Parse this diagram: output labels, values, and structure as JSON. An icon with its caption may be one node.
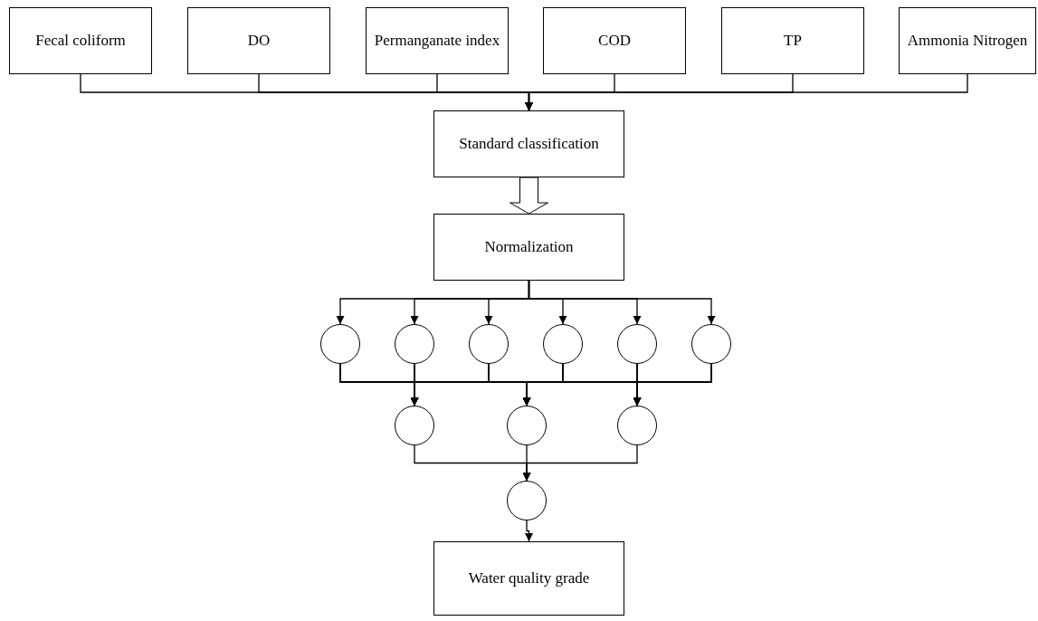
{
  "diagram": {
    "nodes": [
      {
        "text": [
          "Fecal coliform"
        ]
      },
      {
        "text": [
          "DO"
        ]
      },
      {
        "text": [
          "Permanganate index"
        ]
      },
      {
        "text": [
          "COD"
        ]
      },
      {
        "text": [
          "TP"
        ]
      },
      {
        "text": [
          "Ammonia Nitrogen"
        ]
      },
      {
        "text": [
          "Standard classification"
        ]
      },
      {
        "text": [
          "Normalization"
        ]
      },
      {
        "text": [],
        "shape": "circle"
      },
      {
        "text": [],
        "shape": "circle"
      },
      {
        "text": [],
        "shape": "circle"
      },
      {
        "text": [],
        "shape": "circle"
      },
      {
        "text": [],
        "shape": "circle"
      },
      {
        "text": [],
        "shape": "circle"
      },
      {
        "text": [],
        "shape": "circle"
      },
      {
        "text": [],
        "shape": "circle"
      },
      {
        "text": [],
        "shape": "circle"
      },
      {
        "text": [],
        "shape": "circle"
      },
      {
        "text": [
          "Water quality grade"
        ]
      }
    ],
    "edges": [
      {
        "from": 0,
        "to": 6,
        "arrow": "to"
      },
      {
        "from": 1,
        "to": 6,
        "arrow": "to"
      },
      {
        "from": 2,
        "to": 6,
        "arrow": "to"
      },
      {
        "from": 3,
        "to": 6,
        "arrow": "to"
      },
      {
        "from": 4,
        "to": 6,
        "arrow": "to"
      },
      {
        "from": 5,
        "to": 6,
        "arrow": "to"
      },
      {
        "from": 6,
        "to": 7,
        "arrow": "to",
        "style": "thick"
      },
      {
        "from": 7,
        "to": 8,
        "arrow": "to"
      },
      {
        "from": 7,
        "to": 9,
        "arrow": "to"
      },
      {
        "from": 7,
        "to": 10,
        "arrow": "to"
      },
      {
        "from": 7,
        "to": 11,
        "arrow": "to"
      },
      {
        "from": 7,
        "to": 12,
        "arrow": "to"
      },
      {
        "from": 7,
        "to": 13,
        "arrow": "to"
      },
      {
        "from": 8,
        "to": 14,
        "arrow": "to"
      },
      {
        "from": 8,
        "to": 15,
        "arrow": "to"
      },
      {
        "from": 8,
        "to": 16,
        "arrow": "to"
      },
      {
        "from": 9,
        "to": 14,
        "arrow": "to"
      },
      {
        "from": 9,
        "to": 15,
        "arrow": "to"
      },
      {
        "from": 9,
        "to": 16,
        "arrow": "to"
      },
      {
        "from": 10,
        "to": 14,
        "arrow": "to"
      },
      {
        "from": 10,
        "to": 15,
        "arrow": "to"
      },
      {
        "from": 10,
        "to": 16,
        "arrow": "to"
      },
      {
        "from": 11,
        "to": 14,
        "arrow": "to"
      },
      {
        "from": 11,
        "to": 15,
        "arrow": "to"
      },
      {
        "from": 11,
        "to": 16,
        "arrow": "to"
      },
      {
        "from": 12,
        "to": 14,
        "arrow": "to"
      },
      {
        "from": 12,
        "to": 15,
        "arrow": "to"
      },
      {
        "from": 12,
        "to": 16,
        "arrow": "to"
      },
      {
        "from": 13,
        "to": 14,
        "arrow": "to"
      },
      {
        "from": 13,
        "to": 15,
        "arrow": "to"
      },
      {
        "from": 13,
        "to": 16,
        "arrow": "to"
      },
      {
        "from": 14,
        "to": 17,
        "arrow": "to"
      },
      {
        "from": 15,
        "to": 17,
        "arrow": "to"
      },
      {
        "from": 16,
        "to": 17,
        "arrow": "to"
      },
      {
        "from": 17,
        "to": 18,
        "arrow": "to"
      }
    ]
  }
}
